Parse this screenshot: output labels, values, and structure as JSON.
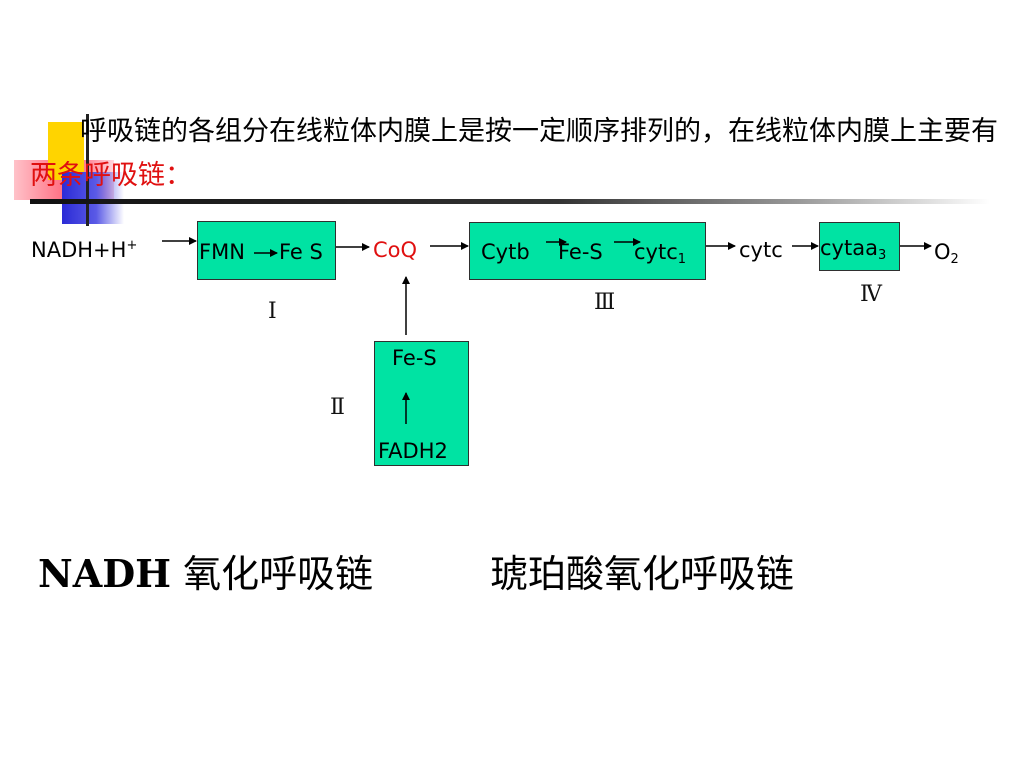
{
  "intro": {
    "text_main": "呼吸链的各组分在线粒体内膜上是按一定顺序排列的，在线粒体内膜上主要有",
    "text_highlight": "两条呼吸链：",
    "highlight_color": "#e01010"
  },
  "diagram": {
    "box_color": "#00e3a3",
    "nadh": {
      "base": "NADH+H",
      "sup": "+"
    },
    "complex1": {
      "fmn": "FMN",
      "fes": "Fe S"
    },
    "coq": "CoQ",
    "complex3": {
      "cytb": "Cytb",
      "fes": "Fe-S",
      "cytc1_base": "cytc",
      "cytc1_sub": "1"
    },
    "cytc": "cytc",
    "complex4": {
      "base": "cytaa",
      "sub": "3"
    },
    "o2": {
      "base": "O",
      "sub": "2"
    },
    "complex2": {
      "fes": "Fe-S",
      "fadh2": "FADH2"
    },
    "labels": {
      "i": "Ⅰ",
      "ii": "Ⅱ",
      "iii": "Ⅲ",
      "iv": "Ⅳ"
    }
  },
  "captions": {
    "nadh_latin": "NADH",
    "nadh_cn": "氧化呼吸链",
    "succinate": "琥珀酸氧化呼吸链"
  }
}
